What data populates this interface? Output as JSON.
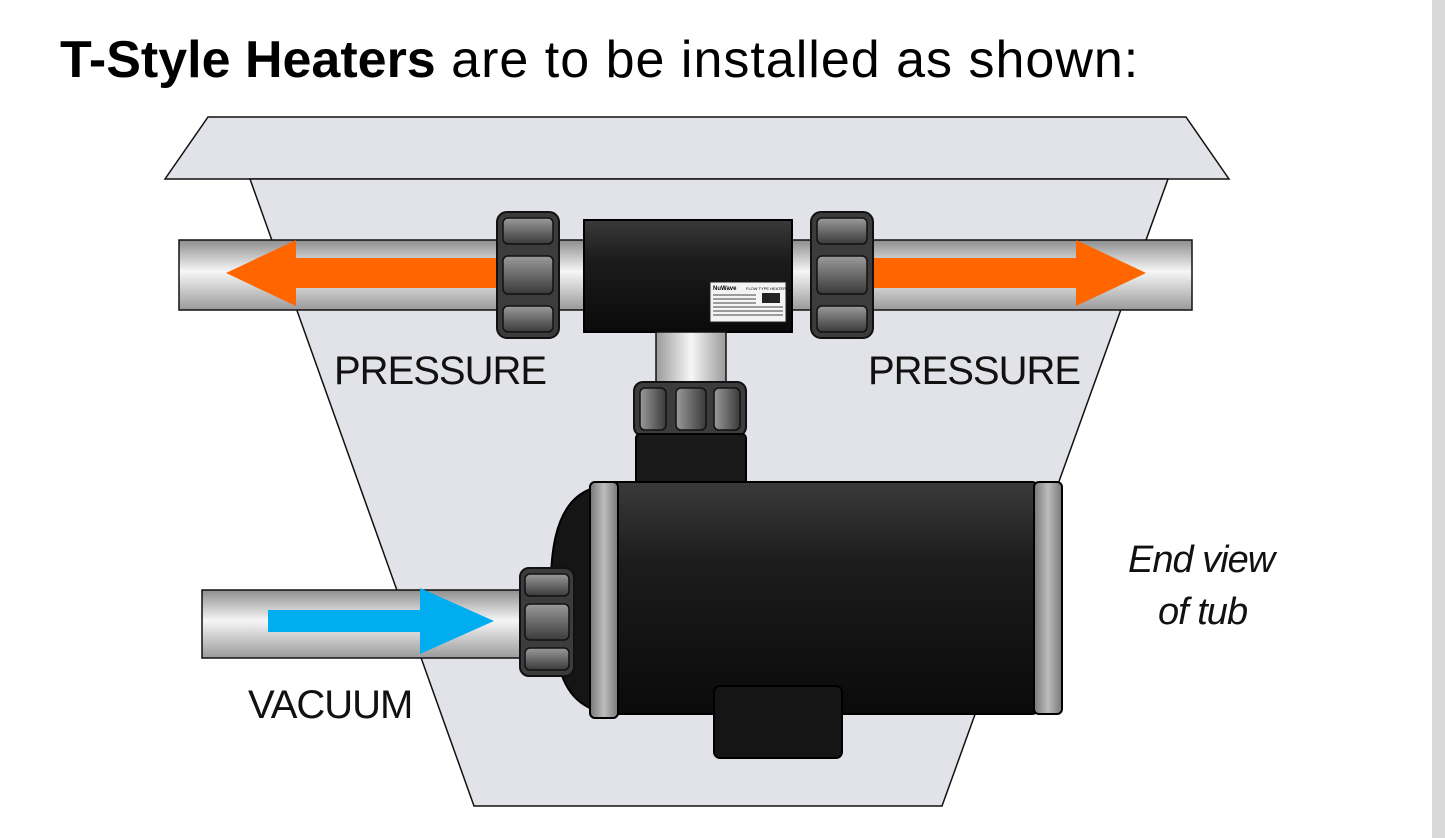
{
  "title": {
    "bold": "T-Style Heaters",
    "rest": " are to be installed as shown:"
  },
  "labels": {
    "pressure_left": "PRESSURE",
    "pressure_right": "PRESSURE",
    "vacuum": "VACUUM",
    "end_view_line1": "End view",
    "end_view_line2": "of tub"
  },
  "heater_plate": {
    "brand": "NuWave",
    "model": "FLOW TYPE HEATER"
  },
  "colors": {
    "pressure_arrow": "#ff6600",
    "vacuum_arrow": "#00aeef",
    "tub_fill": "#e2e3e9",
    "pump_body": "#1a1a1a"
  }
}
